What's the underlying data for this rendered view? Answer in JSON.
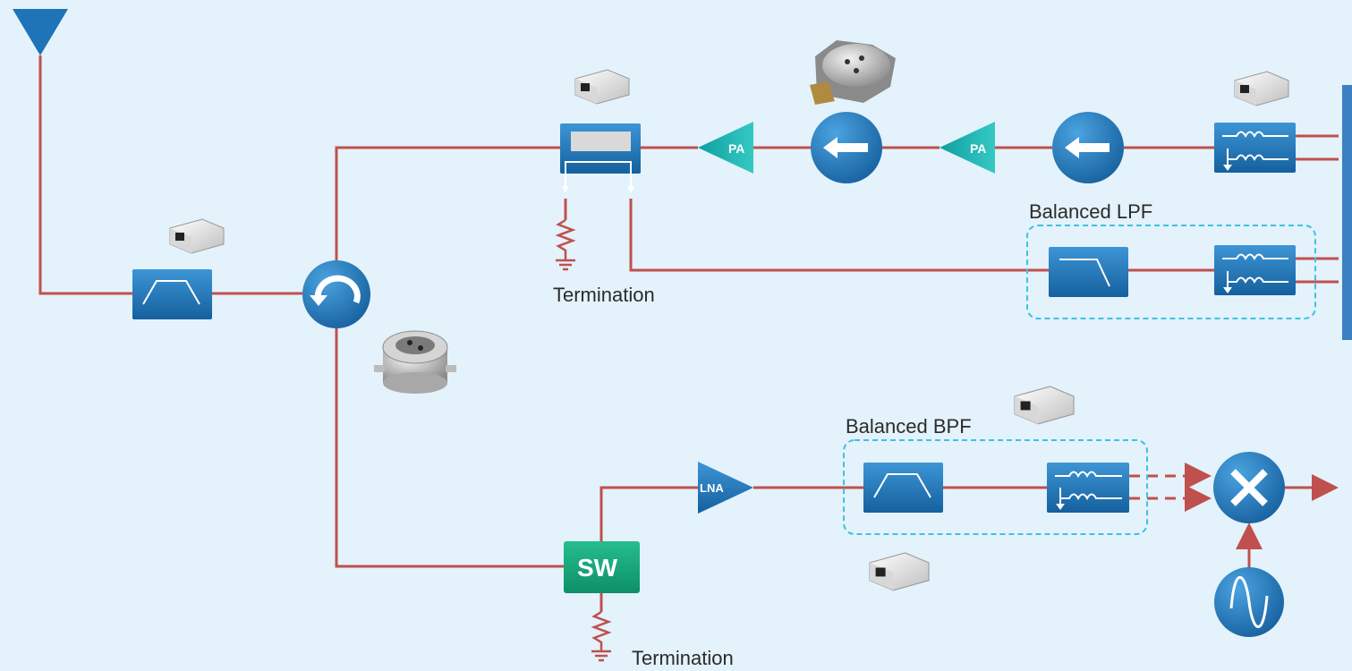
{
  "diagram": {
    "labels": {
      "termination_top": "Termination",
      "termination_bottom": "Termination",
      "balanced_lpf": "Balanced  LPF",
      "balanced_bpf": "Balanced  BPF"
    },
    "blocks": {
      "pa_left": "PA",
      "pa_right": "PA",
      "lna": "LNA",
      "switch": "SW"
    },
    "colors": {
      "background": "#e3f2fb",
      "signal_line": "#c0504d",
      "block_blue": "#1f73b7",
      "amp_teal": "#1bb5b0",
      "switch_green": "#13a37a",
      "dashed_box": "#3ec1e6"
    },
    "icons": [
      "antenna-icon",
      "bandpass-filter-icon",
      "circulator-icon",
      "isolator-icon",
      "power-amplifier-icon",
      "coupler-icon",
      "balun-icon",
      "lowpass-filter-icon",
      "resistor-icon",
      "ground-icon",
      "low-noise-amplifier-icon",
      "switch-icon",
      "mixer-icon",
      "oscillator-icon",
      "chip-component-icon",
      "isolator-component-icon",
      "circulator-component-icon"
    ]
  }
}
